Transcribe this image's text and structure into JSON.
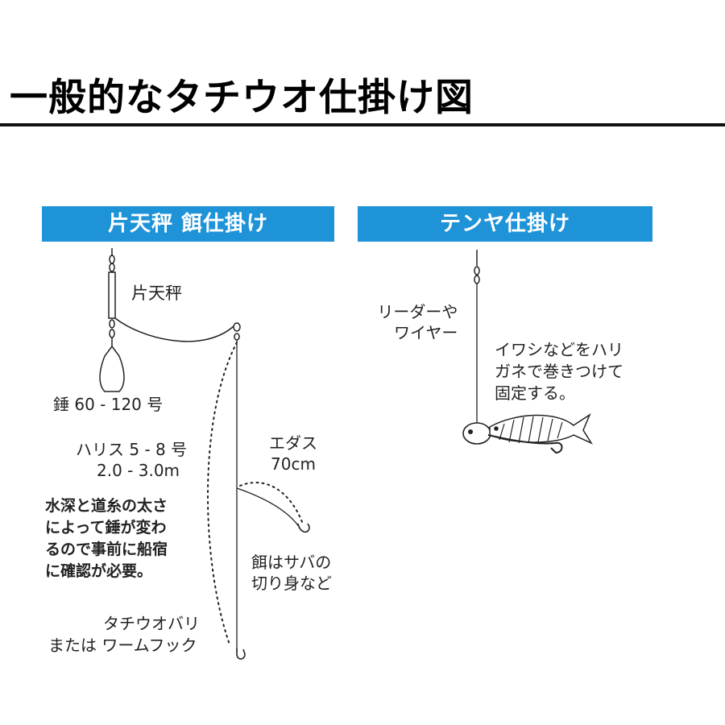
{
  "title": "一般的なタチウオ仕掛け図",
  "left_panel": {
    "header": "片天秤 餌仕掛け",
    "tenbin_label": "片天秤",
    "sinker_label": "錘 60 - 120 号",
    "harisu_line1": "ハリス 5 - 8 号",
    "harisu_line2": "2.0 - 3.0m",
    "note_lines": [
      "水深と道糸の太さ",
      "によって錘が変わ",
      "るので事前に船宿",
      "に確認が必要。"
    ],
    "edasu_line1": "エダス",
    "edasu_line2": "70cm",
    "bait_line1": "餌はサバの",
    "bait_line2": "切り身など",
    "hook_line1": "タチウオバリ",
    "hook_line2": "または ワームフック"
  },
  "right_panel": {
    "header": "テンヤ仕掛け",
    "leader_line1": "リーダーや",
    "leader_line2": "ワイヤー",
    "sardine_lines": [
      "イワシなどをハリ",
      "ガネで巻きつけて",
      "固定する。"
    ]
  }
}
